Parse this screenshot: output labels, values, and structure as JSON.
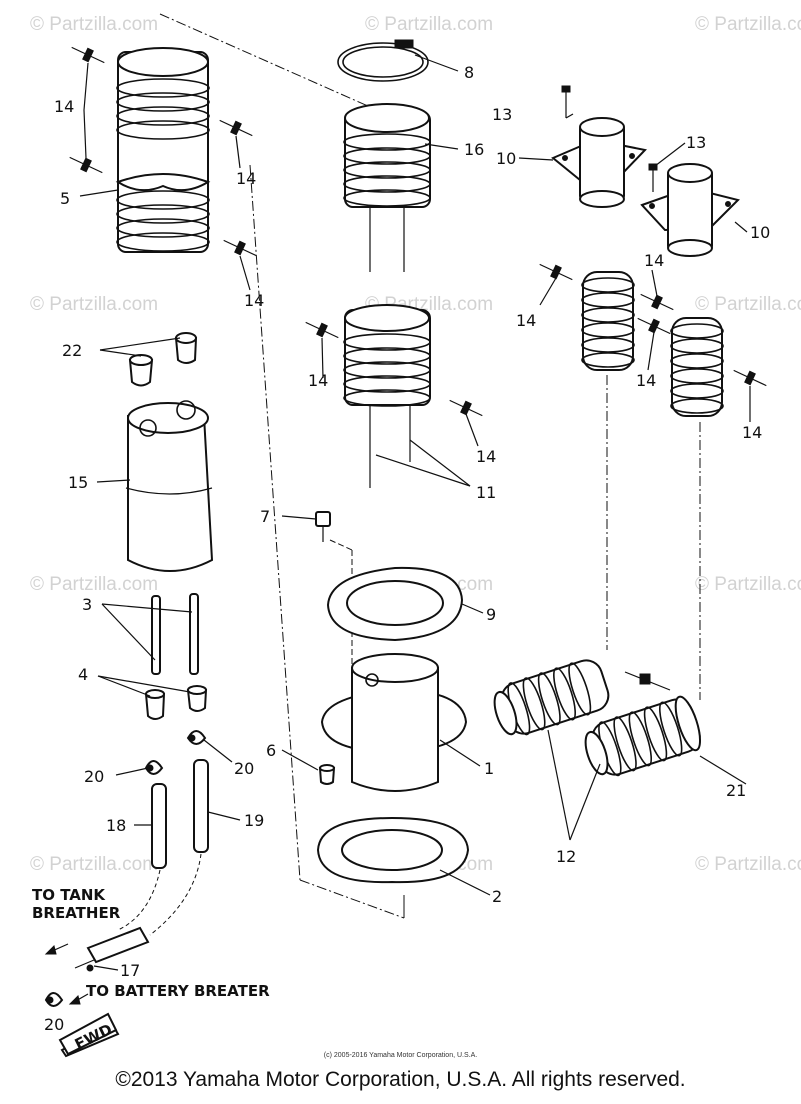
{
  "watermark": "© Partzilla.com",
  "callouts": {
    "c1": "1",
    "c2": "2",
    "c3": "3",
    "c4": "4",
    "c5": "5",
    "c6": "6",
    "c7": "7",
    "c8": "8",
    "c9": "9",
    "c10": "10",
    "c11": "11",
    "c12": "12",
    "c13": "13",
    "c14": "14",
    "c15": "15",
    "c16": "16",
    "c17": "17",
    "c18": "18",
    "c19": "19",
    "c20": "20",
    "c21": "21",
    "c22": "22"
  },
  "notes": {
    "to_tank": "TO TANK",
    "breather": "BREATHER",
    "to_battery": "TO BATTERY BREATER",
    "fwd": "FWD"
  },
  "footer": {
    "small_copyright": "(c) 2005-2016 Yamaha Motor Corporation, U.S.A.",
    "copyright": "©2013 Yamaha Motor Corporation, U.S.A. All rights reserved."
  }
}
